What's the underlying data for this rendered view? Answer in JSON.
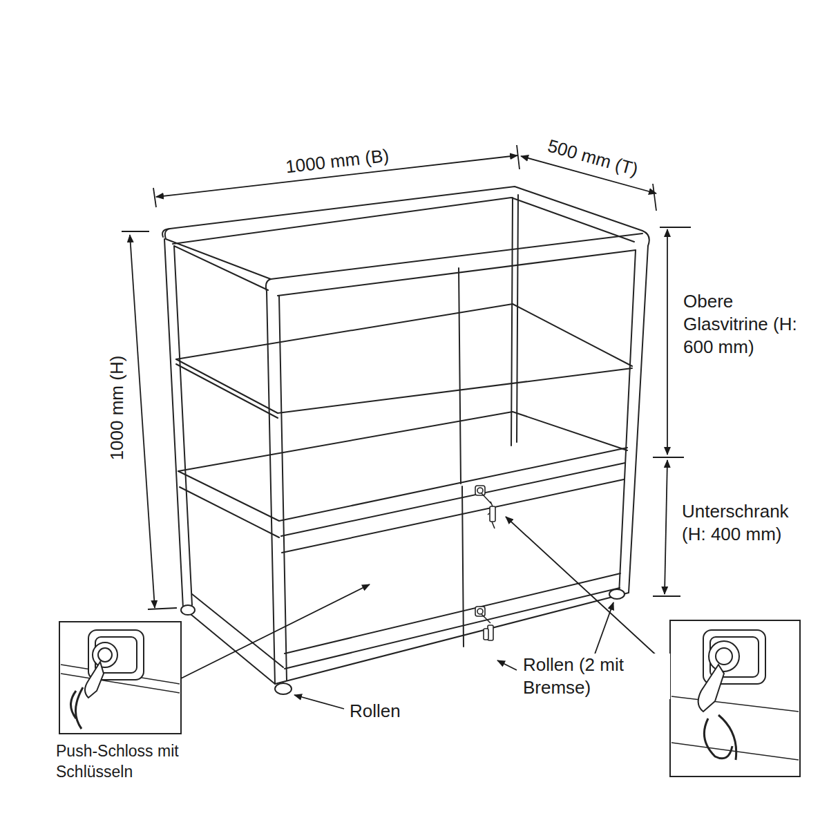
{
  "diagram": {
    "labels": [
      "1000 mm (B)",
      "500 mm (T)",
      "1000 mm (H)",
      "Obere Glasvitrine (H: 600 mm)",
      "Unterschrank (H: 400 mm)",
      "Rollen (2 mit Bremse)",
      "Rollen",
      "Push-Schloss mit Schlüsseln"
    ]
  }
}
